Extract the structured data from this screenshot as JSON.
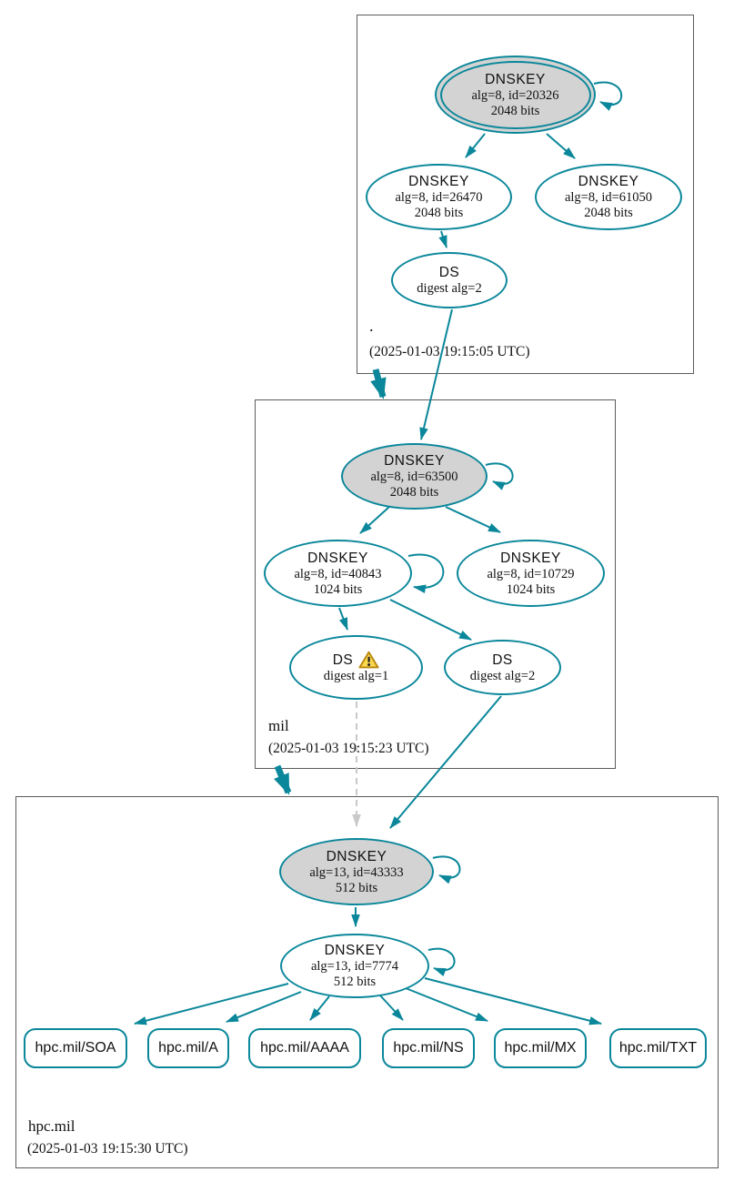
{
  "colors": {
    "edge_and_node_border": "#0a879a",
    "ksk_fill": "#d3d3d3",
    "zone_box_border": "#5b5b5b",
    "insecure_dashed_edge": "#c9c9c9",
    "warning_fill": "#fbd850",
    "warning_border": "#b8860b"
  },
  "zones": {
    "root": {
      "label": ".",
      "timestamp": "(2025-01-03 19:15:05 UTC)",
      "ksk": {
        "title": "DNSKEY",
        "alg": "alg=8, id=20326",
        "bits": "2048 bits"
      },
      "zsk1": {
        "title": "DNSKEY",
        "alg": "alg=8, id=26470",
        "bits": "2048 bits"
      },
      "zsk2": {
        "title": "DNSKEY",
        "alg": "alg=8, id=61050",
        "bits": "2048 bits"
      },
      "ds": {
        "title": "DS",
        "alg": "digest alg=2"
      }
    },
    "mil": {
      "label": "mil",
      "timestamp": "(2025-01-03 19:15:23 UTC)",
      "ksk": {
        "title": "DNSKEY",
        "alg": "alg=8, id=63500",
        "bits": "2048 bits"
      },
      "zsk1": {
        "title": "DNSKEY",
        "alg": "alg=8, id=40843",
        "bits": "1024 bits"
      },
      "zsk2": {
        "title": "DNSKEY",
        "alg": "alg=8, id=10729",
        "bits": "1024 bits"
      },
      "ds1": {
        "title": "DS",
        "alg": "digest alg=1",
        "warning": "warning"
      },
      "ds2": {
        "title": "DS",
        "alg": "digest alg=2"
      }
    },
    "hpc": {
      "label": "hpc.mil",
      "timestamp": "(2025-01-03 19:15:30 UTC)",
      "ksk": {
        "title": "DNSKEY",
        "alg": "alg=13, id=43333",
        "bits": "512 bits"
      },
      "zsk": {
        "title": "DNSKEY",
        "alg": "alg=13, id=7774",
        "bits": "512 bits"
      },
      "rrsets": [
        "hpc.mil/SOA",
        "hpc.mil/A",
        "hpc.mil/AAAA",
        "hpc.mil/NS",
        "hpc.mil/MX",
        "hpc.mil/TXT"
      ]
    }
  }
}
